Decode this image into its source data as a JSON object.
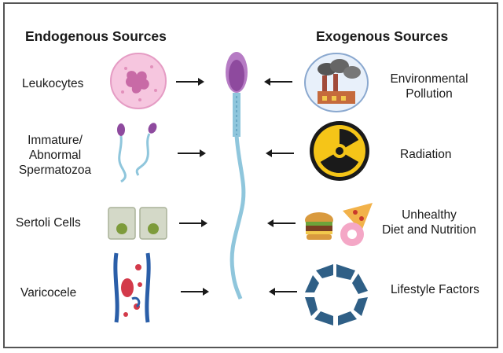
{
  "headings": {
    "endogenous": "Endogenous Sources",
    "exogenous": "Exogenous Sources"
  },
  "endogenous": {
    "leukocytes": "Leukocytes",
    "abnormal_line1": "Immature/",
    "abnormal_line2": "Abnormal",
    "abnormal_line3": "Spermatozoa",
    "sertoli": "Sertoli Cells",
    "varicocele": "Varicocele"
  },
  "exogenous": {
    "pollution_line1": "Environmental",
    "pollution_line2": "Pollution",
    "radiation": "Radiation",
    "diet_line1": "Unhealthy",
    "diet_line2": "Diet and Nutrition",
    "lifestyle": "Lifestyle Factors"
  },
  "colors": {
    "border": "#555555",
    "sperm_head": "#8e4a9e",
    "sperm_tail": "#8fc6dc",
    "leukocyte": "#f2b8d8",
    "radiation_yellow": "#f5c518",
    "cycle_blue": "#2f5f86"
  },
  "icons": {
    "leukocyte": "leukocyte-icon",
    "abnormal_sperm": "abnormal-sperm-icon",
    "sertoli": "sertoli-cells-icon",
    "varicocele": "varicocele-icon",
    "sperm": "sperm-icon",
    "pollution": "factory-pollution-icon",
    "radiation": "radiation-icon",
    "diet": "junk-food-icon",
    "lifestyle": "lifestyle-cycle-icon"
  }
}
